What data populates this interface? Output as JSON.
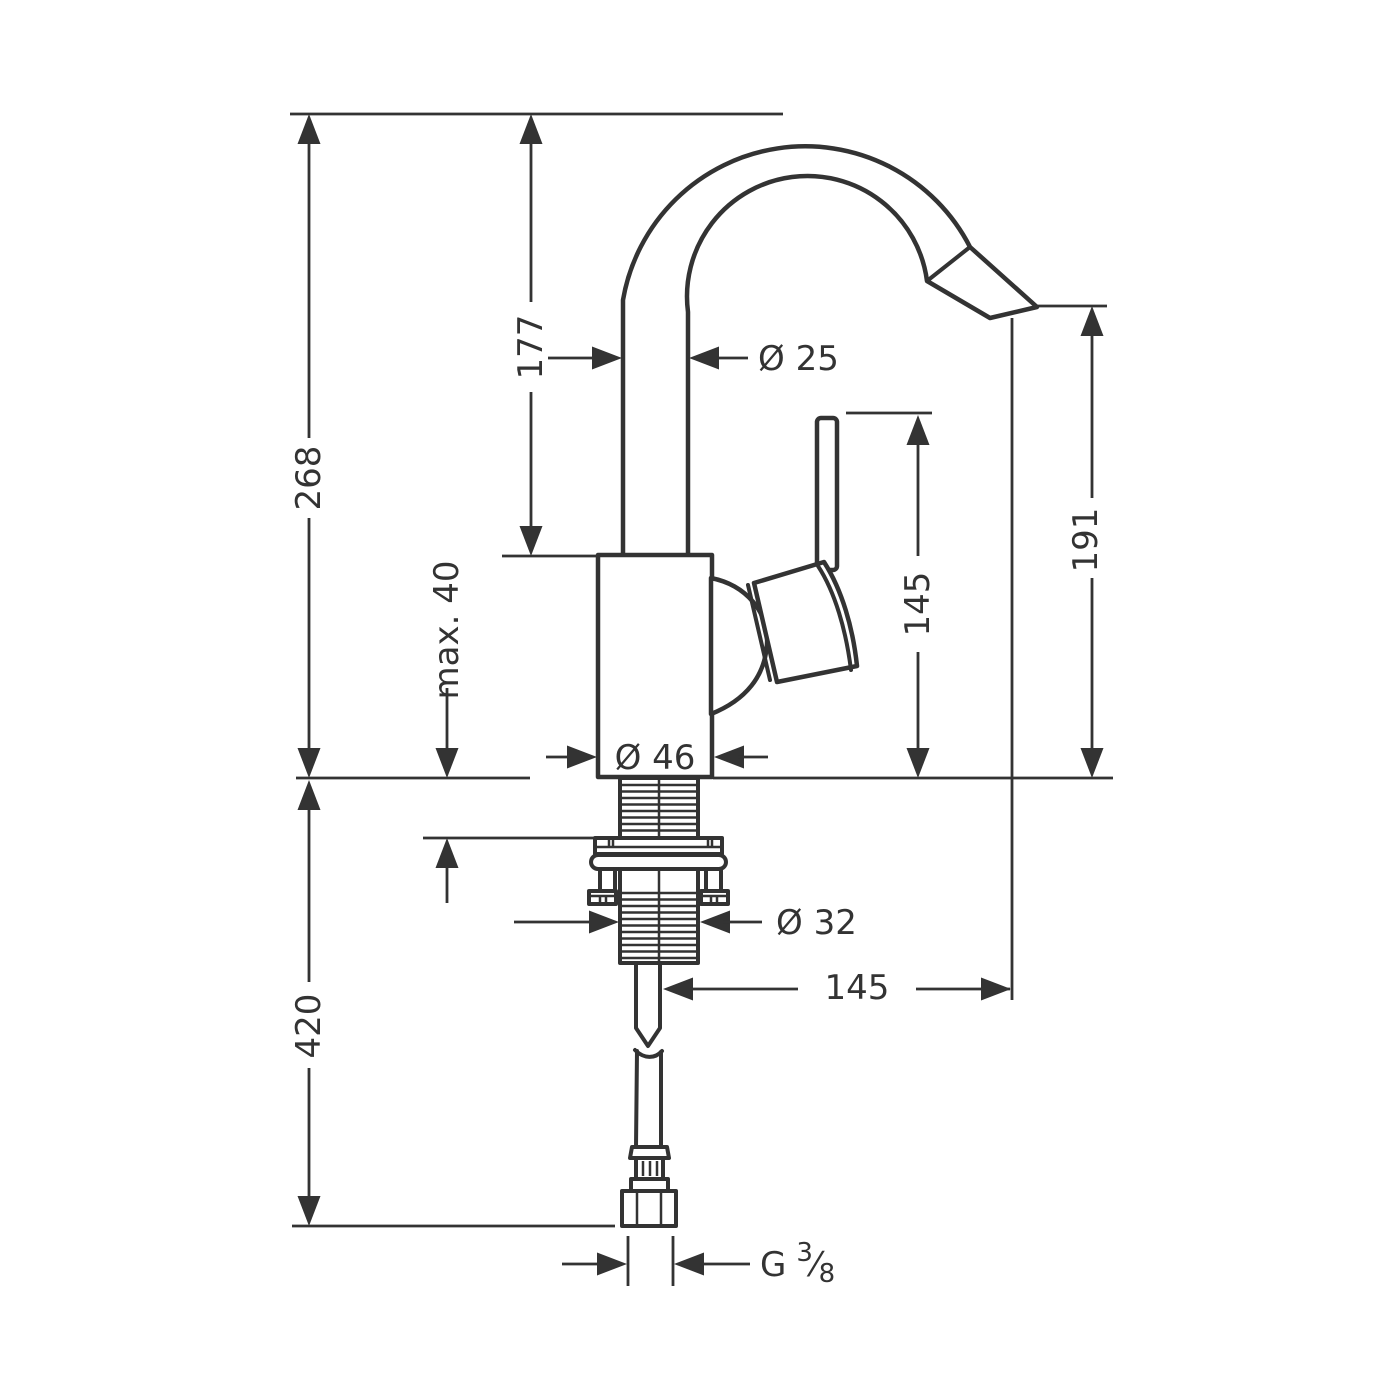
{
  "drawing": {
    "kind": "technical-dimension-drawing",
    "subject": "single-lever basin mixer tap with swivel spout, side view",
    "background": "#ffffff",
    "line_color": "#333333",
    "dimensions": {
      "overall_height": "268",
      "spout_underside_height": "177",
      "spout_pipe_diameter": "Ø 25",
      "max_mounting_thickness": "max. 40",
      "outlet_height": "191",
      "handle_top_height": "145",
      "body_base_diameter": "Ø 46",
      "shank_diameter": "Ø 32",
      "spout_reach": "145",
      "hose_length": "420",
      "connection_thread": {
        "label": "G 3/8",
        "prefix": "G",
        "numerator": "3",
        "fraction_slash": "⁄",
        "denominator": "8"
      }
    }
  }
}
